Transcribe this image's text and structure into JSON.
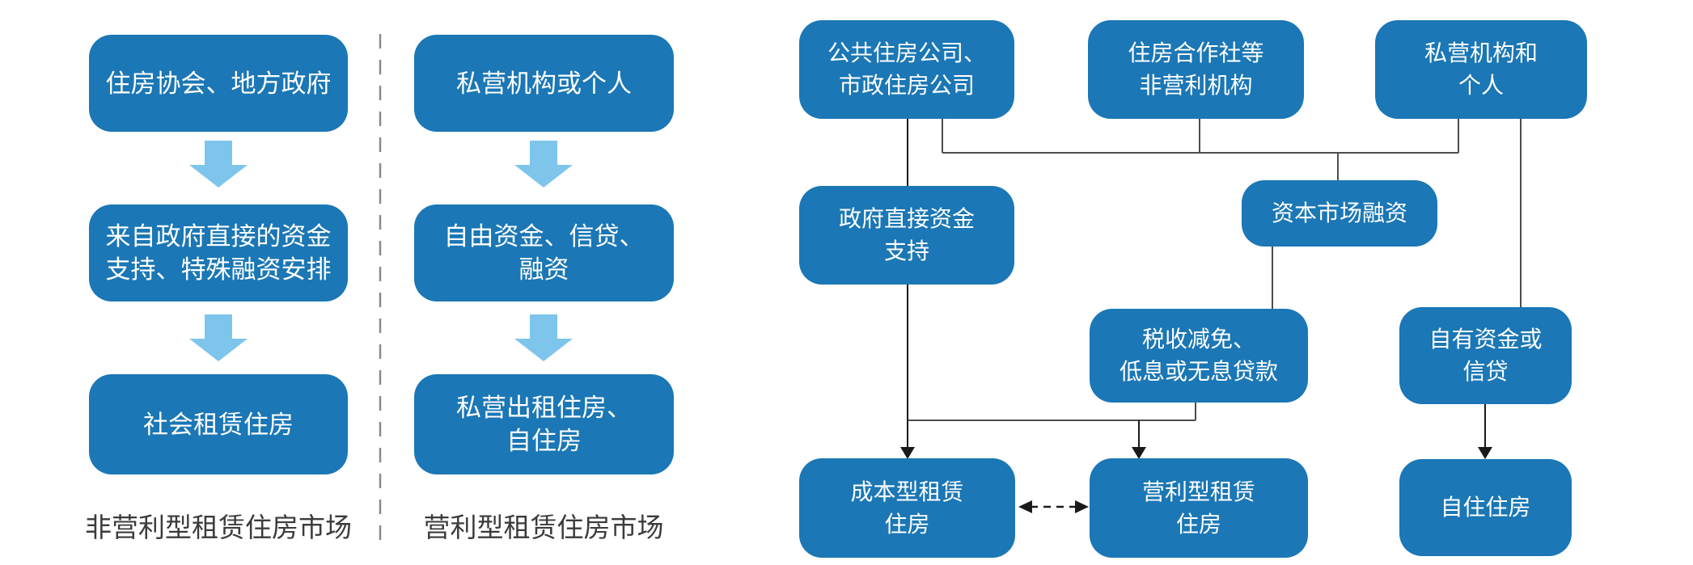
{
  "colors": {
    "box_blue": "#1b77b5",
    "arrow_light_blue": "#7ec5ec",
    "line_gray": "#4d4d4d",
    "arrow_black": "#1a1a1a",
    "caption_text": "#3b3b3b",
    "box_text": "#ffffff",
    "canvas_bg": "#ffffff"
  },
  "left_diagrams": {
    "nonprofit": {
      "source": "住房协会、地方政府",
      "funding": "来自政府直接的资金\n支持、特殊融资安排",
      "outcome": "社会租赁住房",
      "caption": "非营利型租赁住房市场"
    },
    "profit": {
      "source": "私营机构或个人",
      "funding": "自由资金、信贷、\n融资",
      "outcome": "私营出租住房、\n自住房",
      "caption": "营利型租赁住房市场"
    }
  },
  "right_diagram": {
    "public_housing_company": "公共住房公司、\n市政住房公司",
    "housing_cooperative": "住房合作社等\n非营利机构",
    "private_institutions": "私营机构和\n个人",
    "gov_direct_funding": "政府直接资金\n支持",
    "capital_market_financing": "资本市场融资",
    "tax_relief_loans": "税收减免、\n低息或无息贷款",
    "own_funds_credit": "自有资金或\n信贷",
    "cost_rental_housing": "成本型租赁\n住房",
    "profit_rental_housing": "营利型租赁\n住房",
    "owner_occupied_housing": "自住住房"
  }
}
